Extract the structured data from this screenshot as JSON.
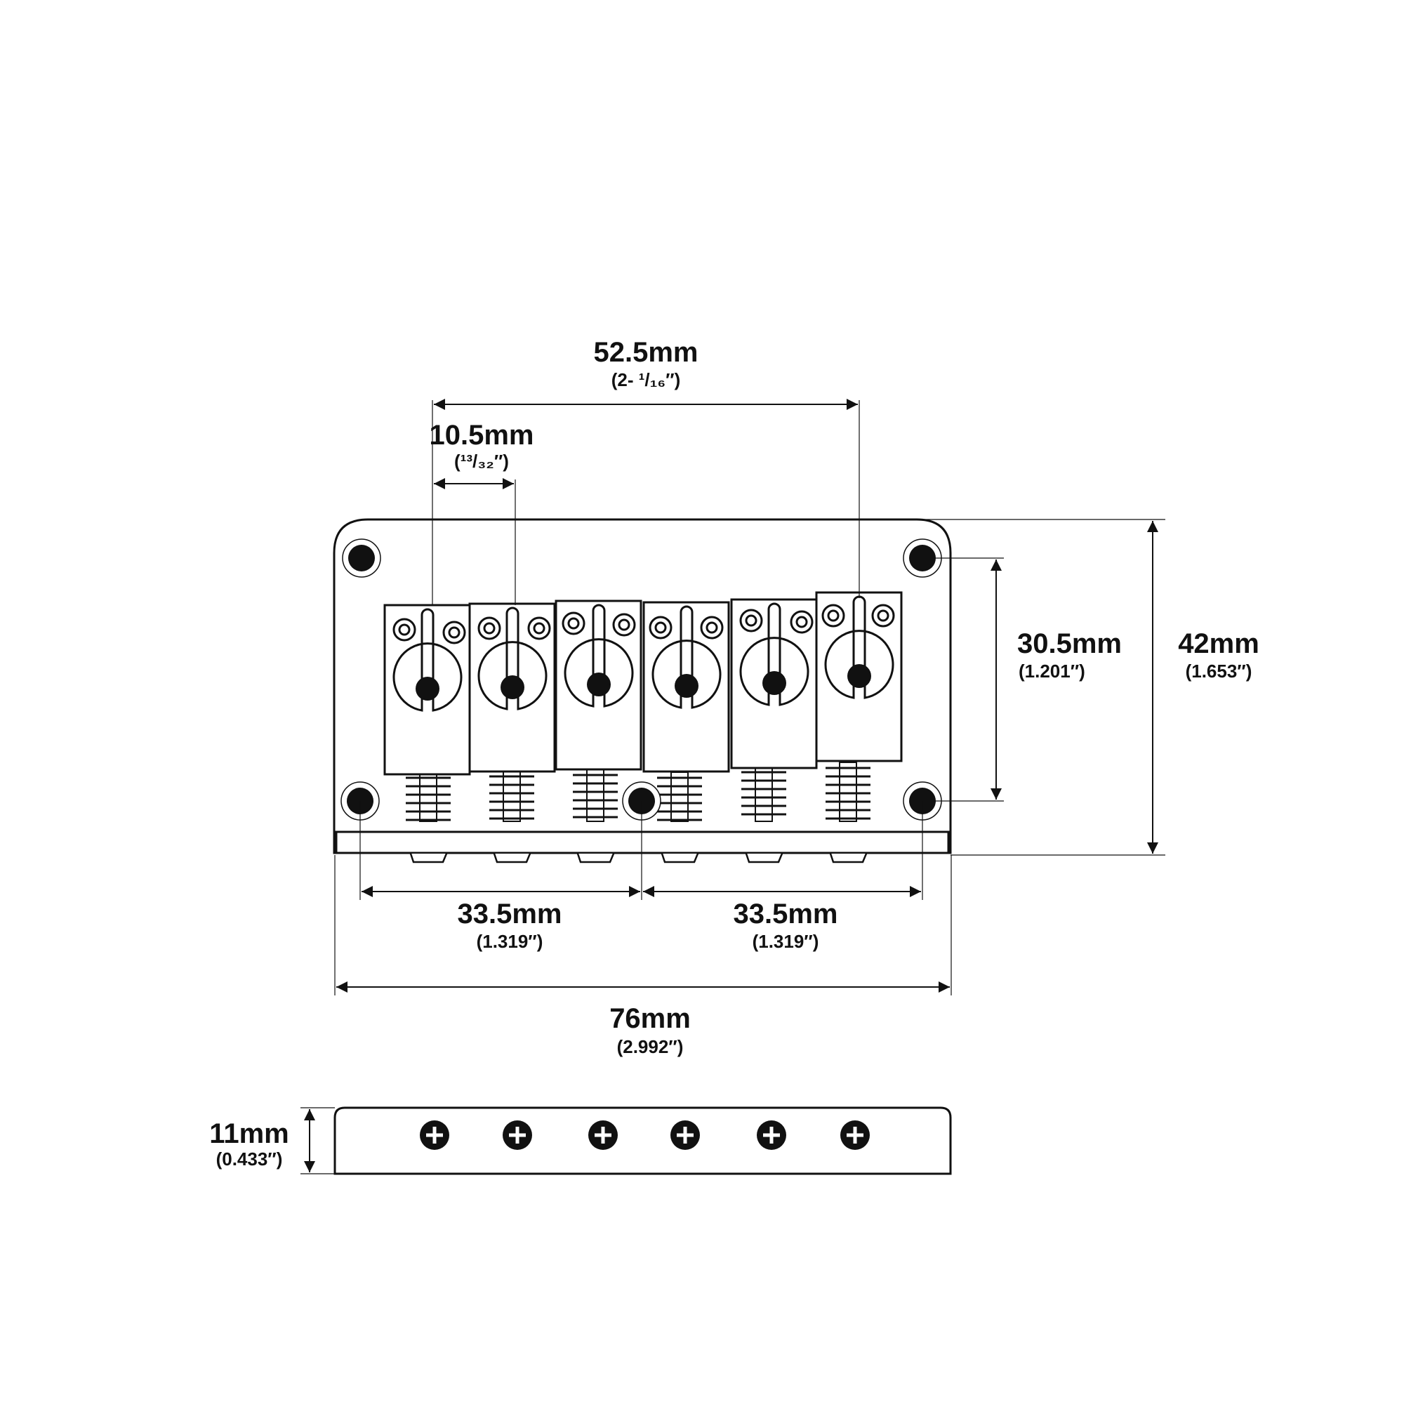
{
  "dimensions": {
    "saddle_span": {
      "mm": "52.5mm",
      "inch": "(2- ¹/₁₆″)"
    },
    "string_spacing": {
      "mm": "10.5mm",
      "inch": "(¹³/₃₂″)"
    },
    "hole_vertical": {
      "mm": "30.5mm",
      "inch": "(1.201″)"
    },
    "overall_height": {
      "mm": "42mm",
      "inch": "(1.653″)"
    },
    "hole_spacing_left": {
      "mm": "33.5mm",
      "inch": "(1.319″)"
    },
    "hole_spacing_right": {
      "mm": "33.5mm",
      "inch": "(1.319″)"
    },
    "overall_width": {
      "mm": "76mm",
      "inch": "(2.992″)"
    },
    "side_height": {
      "mm": "11mm",
      "inch": "(0.433″)"
    }
  },
  "colors": {
    "ink": "#111111",
    "background": "#ffffff"
  }
}
